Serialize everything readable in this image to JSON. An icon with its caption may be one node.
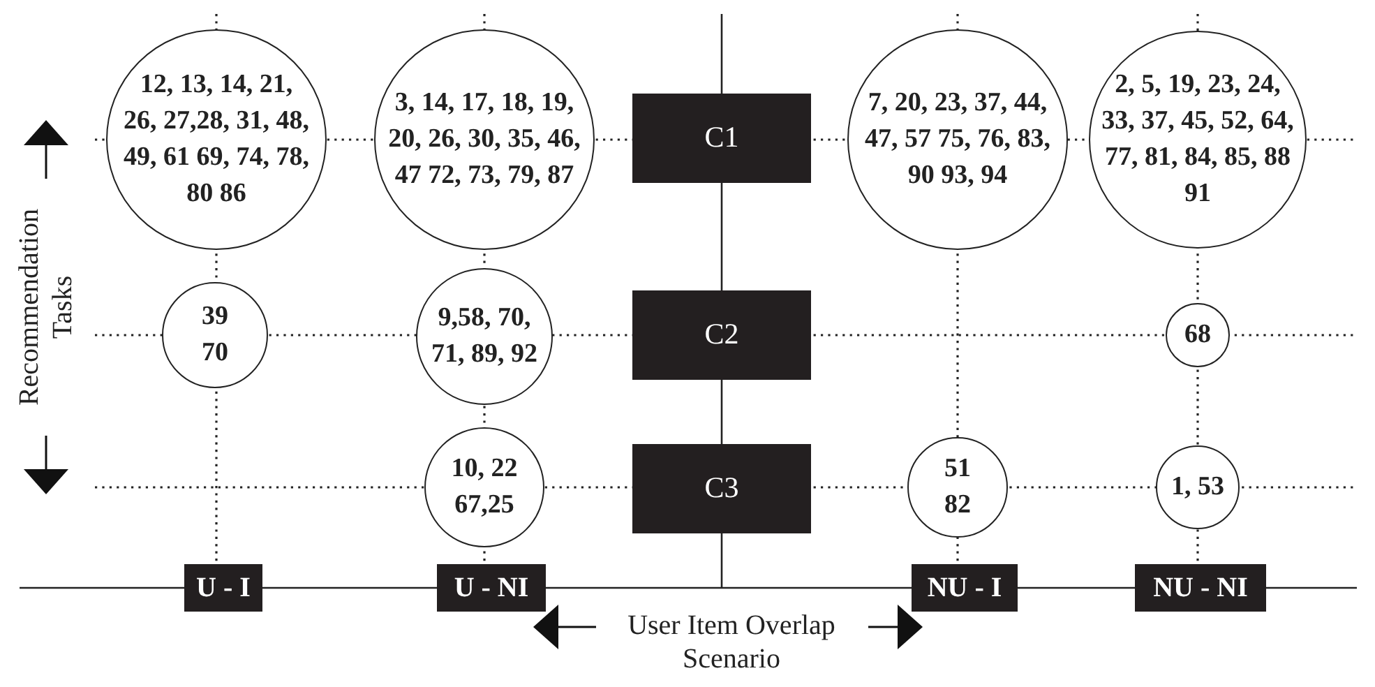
{
  "diagram": {
    "nodes": [
      {
        "text": [
          "12, 13, 14, 21, 26, 27,28, 31, 48, 49, 61 69, 74, 78, 80 86"
        ]
      },
      {
        "text": [
          "3, 14, 17, 18, 19, 20, 26, 30, 35, 46, 47 72, 73, 79, 87"
        ]
      },
      {
        "text": [
          "C1"
        ]
      },
      {
        "text": [
          "7, 20, 23, 37, 44, 47, 57 75, 76, 83, 90 93, 94"
        ]
      },
      {
        "text": [
          "2, 5, 19, 23, 24, 33, 37, 45, 52, 64, 77, 81, 84, 85, 88 91"
        ]
      },
      {
        "text": [
          "39 70"
        ]
      },
      {
        "text": [
          "9,58, 70, 71, 89, 92"
        ]
      },
      {
        "text": [
          "C2"
        ]
      },
      {
        "text": [
          "68"
        ]
      },
      {
        "text": [
          "10, 22 67,25"
        ]
      },
      {
        "text": [
          "C3"
        ]
      },
      {
        "text": [
          "51 82"
        ]
      },
      {
        "text": [
          "1, 53"
        ]
      },
      {
        "text": [
          "U - I"
        ]
      },
      {
        "text": [
          "U - NI"
        ]
      },
      {
        "text": [
          "NU - I"
        ]
      },
      {
        "text": [
          "NU - NI"
        ]
      }
    ],
    "labels": [
      "Recommendation Tasks",
      "User Item Overlap Scenario"
    ]
  }
}
